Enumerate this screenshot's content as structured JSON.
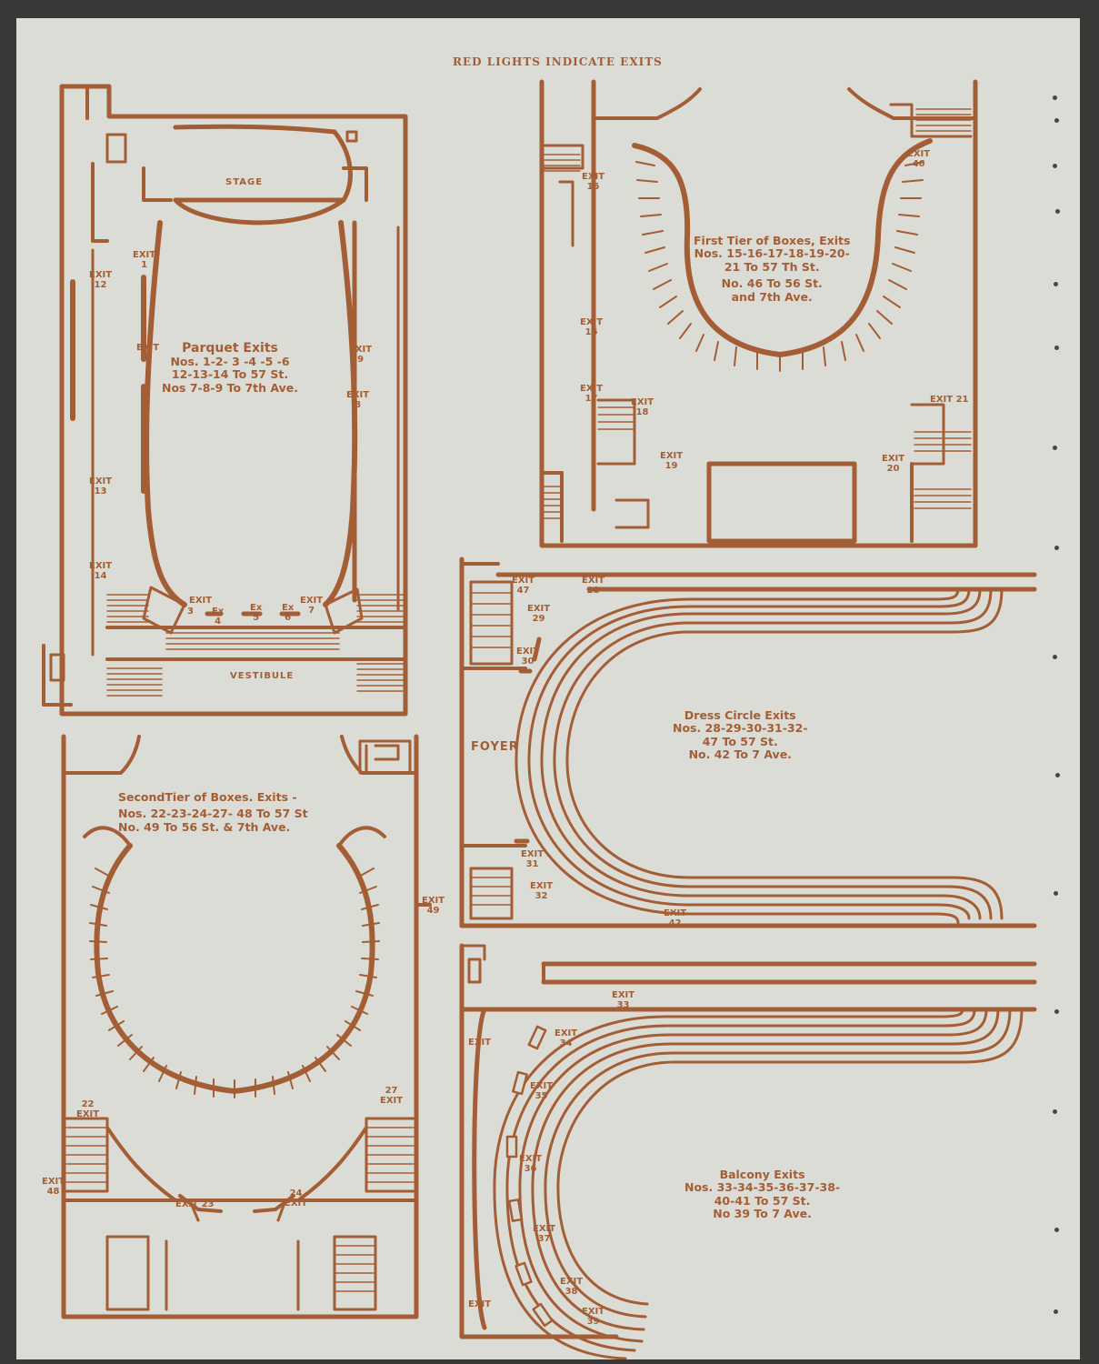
{
  "title": "RED LIGHTS INDICATE EXITS",
  "rooms": {
    "stage": "STAGE",
    "vestibule": "VESTIBULE",
    "foyer": "FOYER"
  },
  "captions": {
    "parquet": {
      "heading": "Parquet Exits",
      "line1": "Nos. 1-2- 3 -4 -5 -6",
      "line2": "12-13-14 To 57 St.",
      "line3": "Nos 7-8-9 To 7th Ave."
    },
    "first_tier": {
      "heading": "First Tier of Boxes, Exits",
      "line1": "Nos. 15-16-17-18-19-20-",
      "line2": "21 To 57 Th St.",
      "line3": "No. 46 To 56 St.",
      "line4": "and 7th Ave."
    },
    "dress_circle": {
      "heading": "Dress Circle Exits",
      "line1": "Nos. 28-29-30-31-32-",
      "line2": "47 To 57 St.",
      "line3": "No. 42 To 7 Ave."
    },
    "second_tier": {
      "heading": "SecondTier of Boxes. Exits -",
      "line1": "Nos. 22-23-24-27- 48 To 57 St",
      "line2": "No. 49 To 56 St. & 7th Ave."
    },
    "balcony": {
      "heading": "Balcony Exits",
      "line1": "Nos. 33-34-35-36-37-38-",
      "line2": "40-41 To 57 St.",
      "line3": "No 39 To 7 Ave."
    }
  },
  "exits": {
    "e1": "EXIT\n1",
    "e2": "EXIT\n2",
    "e3": "3",
    "e4": "Ex\n4",
    "e5": "Ex\n5",
    "e6": "Ex\n6",
    "e7": "EXIT\n7",
    "e8": "EXIT\n8",
    "e9": "EXIT\n9",
    "e12": "EXIT\n12",
    "e13": "EXIT\n13",
    "e14": "EXIT\n14",
    "e15": "EXIT\n15",
    "e16": "EXIT\n16",
    "e17": "EXIT\n17",
    "e18": "EXIT\n18",
    "e19": "EXIT\n19",
    "e20": "EXIT\n20",
    "e21": "EXIT 21",
    "e46": "EXIT\n46",
    "e47": "EXIT\n47",
    "e28": "EXIT\n28",
    "e29": "EXIT\n29",
    "e30": "EXIT\n30",
    "e31": "EXIT\n31",
    "e32": "EXIT\n32",
    "e42": "EXIT\n42",
    "e22": "22\nEXIT",
    "e27": "27\nEXIT",
    "e48": "EXIT\n48",
    "e23": "EXIT 23",
    "e24": "24\nEXIT",
    "e49": "EXIT\n49",
    "e33": "EXIT\n33",
    "e34": "EXIT\n34",
    "e35": "EXIT\n35",
    "e36": "EXIT\n36",
    "e37": "EXIT\n37",
    "e38": "EXIT\n38",
    "e39": "EXIT\n39",
    "e40": "EXIT",
    "e41": "EXIT"
  },
  "colors": {
    "ink": "#a45e35",
    "paper": "#dcdcd6",
    "background": "#3a3836"
  }
}
